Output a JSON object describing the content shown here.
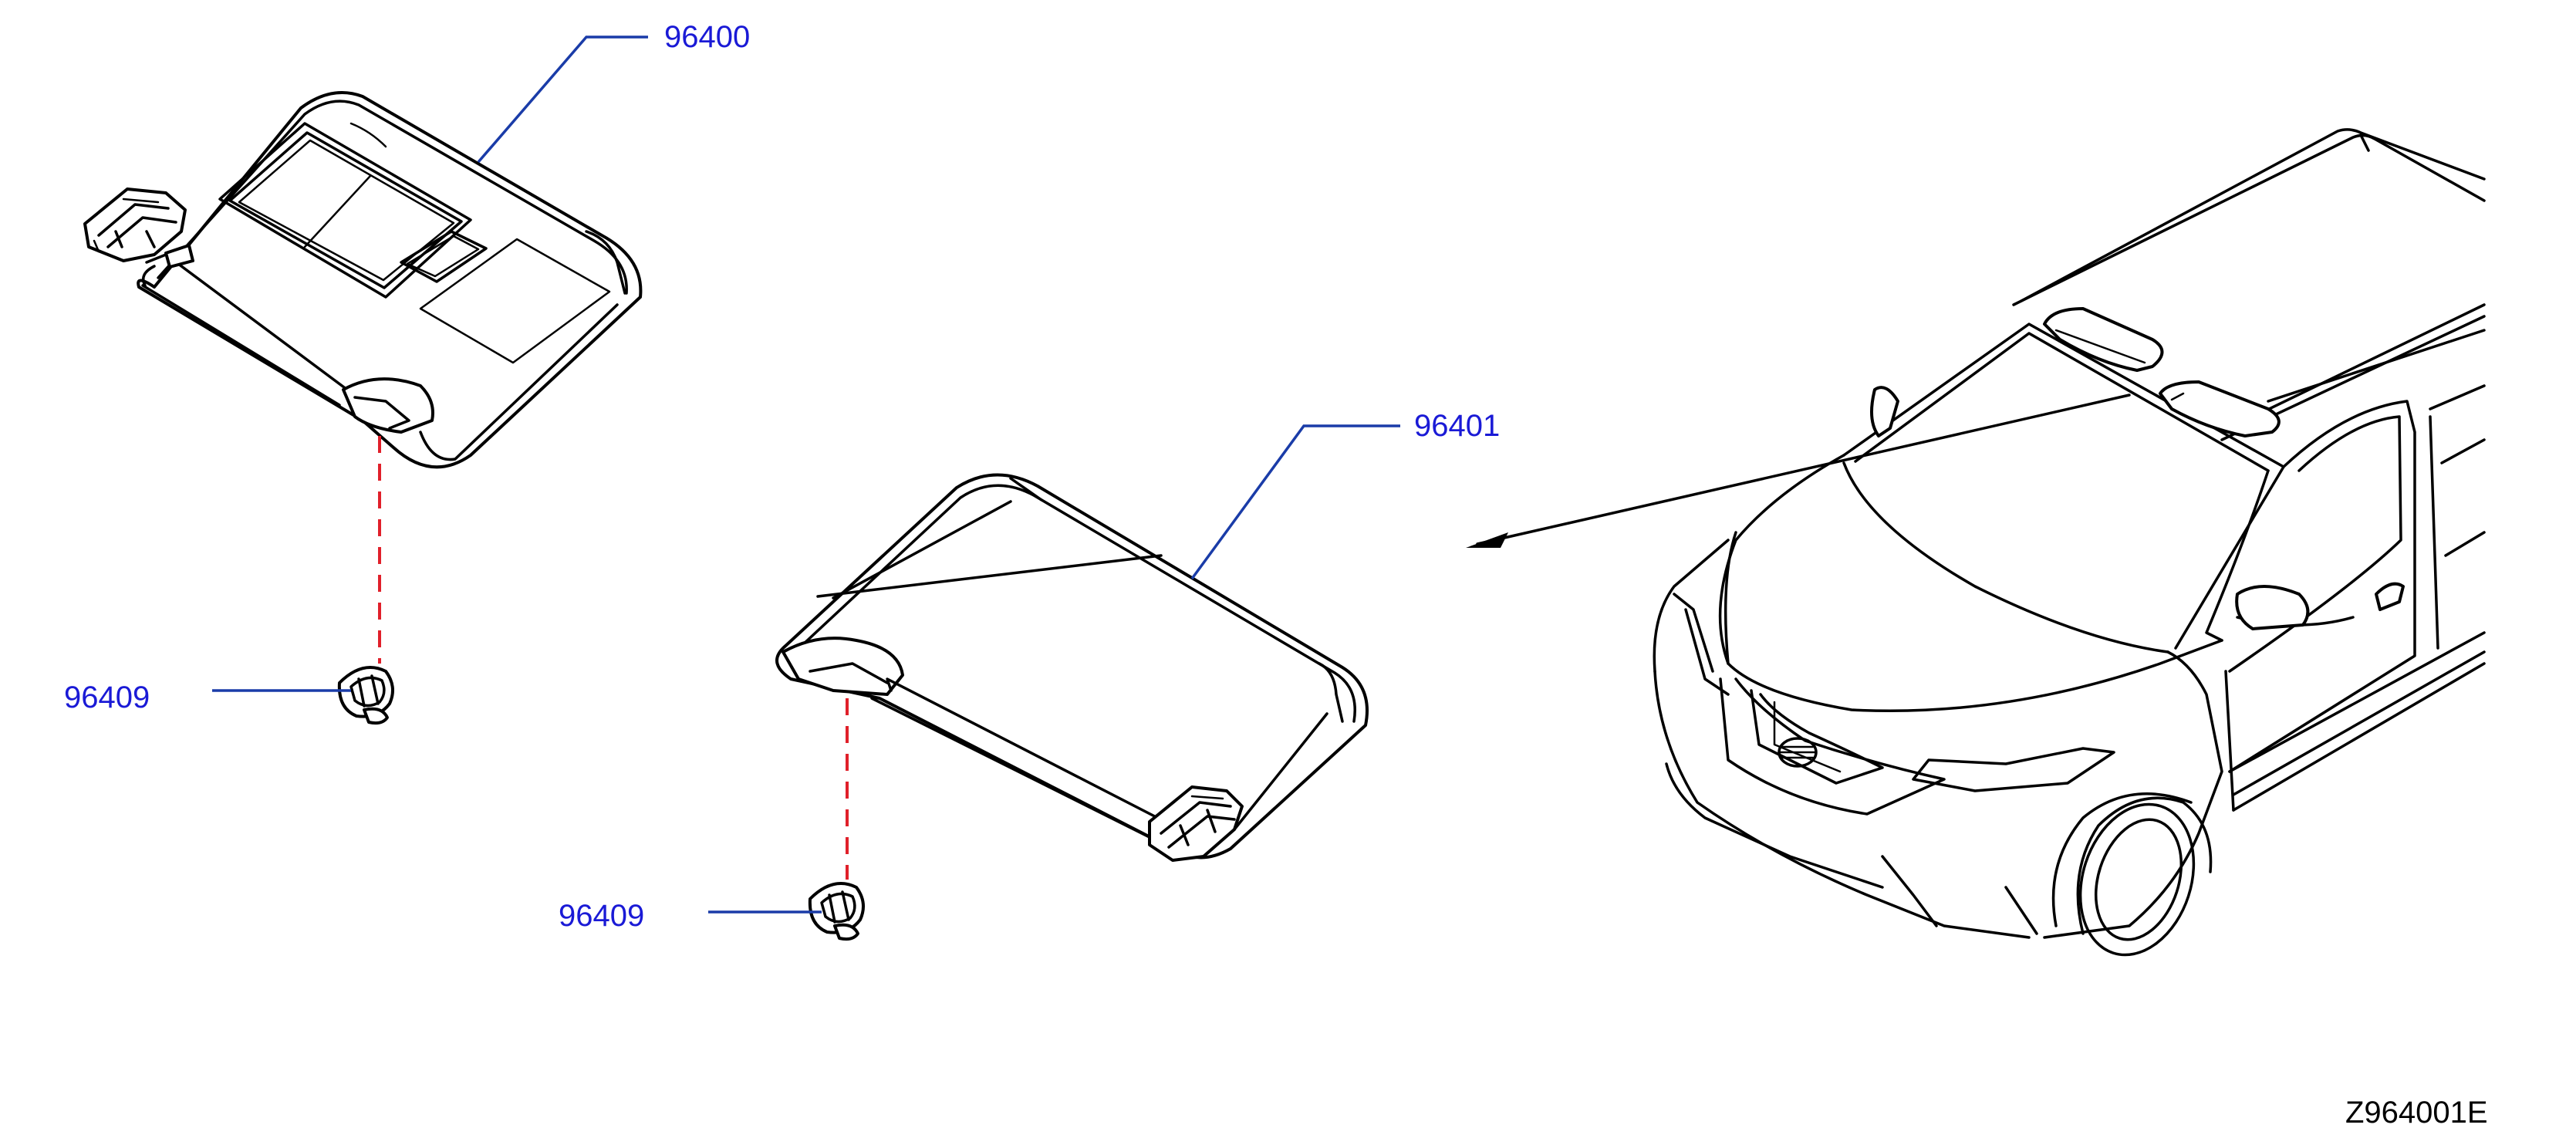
{
  "diagram": {
    "parts": [
      {
        "id": "p1",
        "number": "96400"
      },
      {
        "id": "p2",
        "number": "96401"
      },
      {
        "id": "p3",
        "number": "96409"
      },
      {
        "id": "p4",
        "number": "96409"
      }
    ],
    "diagram_id": "Z964001E"
  },
  "colors": {
    "label": "#1a1ad6",
    "leader": "#1a3ca8",
    "dashed_link": "#e0202a",
    "linework": "#000000"
  }
}
